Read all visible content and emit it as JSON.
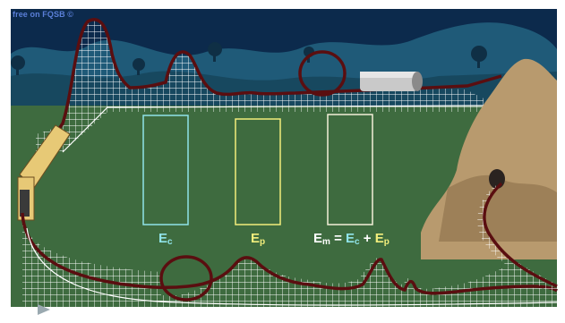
{
  "watermark": "free on FQSB ©",
  "bars": {
    "ec": {
      "letter": "E",
      "sub": "c",
      "color": "#8fe3e8"
    },
    "ep": {
      "letter": "E",
      "sub": "p",
      "color": "#f2ee7c"
    },
    "em": {
      "letter": "E",
      "sub": "m",
      "eq": "=",
      "plus": "+",
      "c_letter": "E",
      "c_sub": "c",
      "p_letter": "E",
      "p_sub": "p",
      "color": "#ffffff"
    }
  },
  "colors": {
    "sky": "#0c2a4c",
    "hills": "#1f5a78",
    "ground": "#3e6b3f",
    "track": "#5a0e10",
    "lattice": "#ffffff",
    "rock": "#b89a6e"
  },
  "icons": [
    "play-icon"
  ]
}
